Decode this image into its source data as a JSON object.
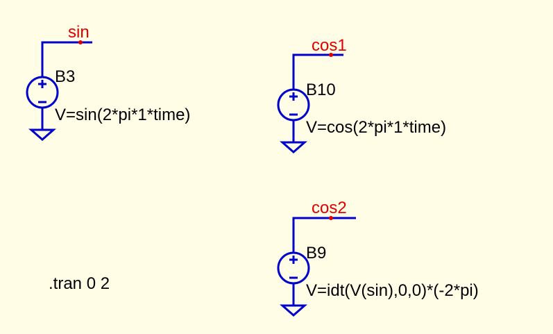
{
  "colors": {
    "background": "#fffde6",
    "wire": "#0000cc",
    "net_label": "#e00000",
    "text": "#000000"
  },
  "nets": {
    "sin": "sin",
    "cos1": "cos1",
    "cos2": "cos2"
  },
  "components": {
    "b3": {
      "name": "B3",
      "value": "V=sin(2*pi*1*time)"
    },
    "b10": {
      "name": "B10",
      "value": "V=cos(2*pi*1*time)"
    },
    "b9": {
      "name": "B9",
      "value": "V=idt(V(sin),0,0)*(-2*pi)"
    }
  },
  "directive": ".tran 0 2",
  "icons": [
    "voltage-source-icon",
    "ground-icon"
  ]
}
